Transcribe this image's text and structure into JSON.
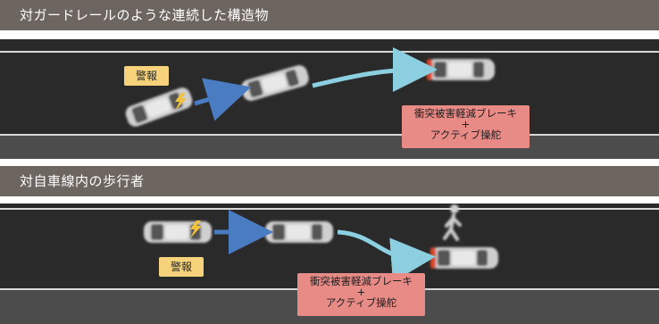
{
  "panel1": {
    "title": "対ガードレールのような連続した構造物",
    "warning": "警報",
    "brake_line1": "衝突被害軽減ブレーキ",
    "brake_plus": "+",
    "brake_line2": "アクティブ操舵"
  },
  "panel2": {
    "title": "対自車線内の歩行者",
    "warning": "警報",
    "brake_line1": "衝突被害軽減ブレーキ",
    "brake_plus": "+",
    "brake_line2": "アクティブ操舵"
  },
  "colors": {
    "header_bg": "#6d6560",
    "road": "#2a2a2a",
    "warning_badge": "#f6d37a",
    "brake_badge": "#e88b86",
    "arrow_blue": "#4a7cc2",
    "arrow_cyan": "#8ccfe0",
    "lightning": "#f2c23a"
  },
  "icons": [
    "lightning-icon",
    "car-icon",
    "pedestrian-icon",
    "arrow-icon"
  ]
}
